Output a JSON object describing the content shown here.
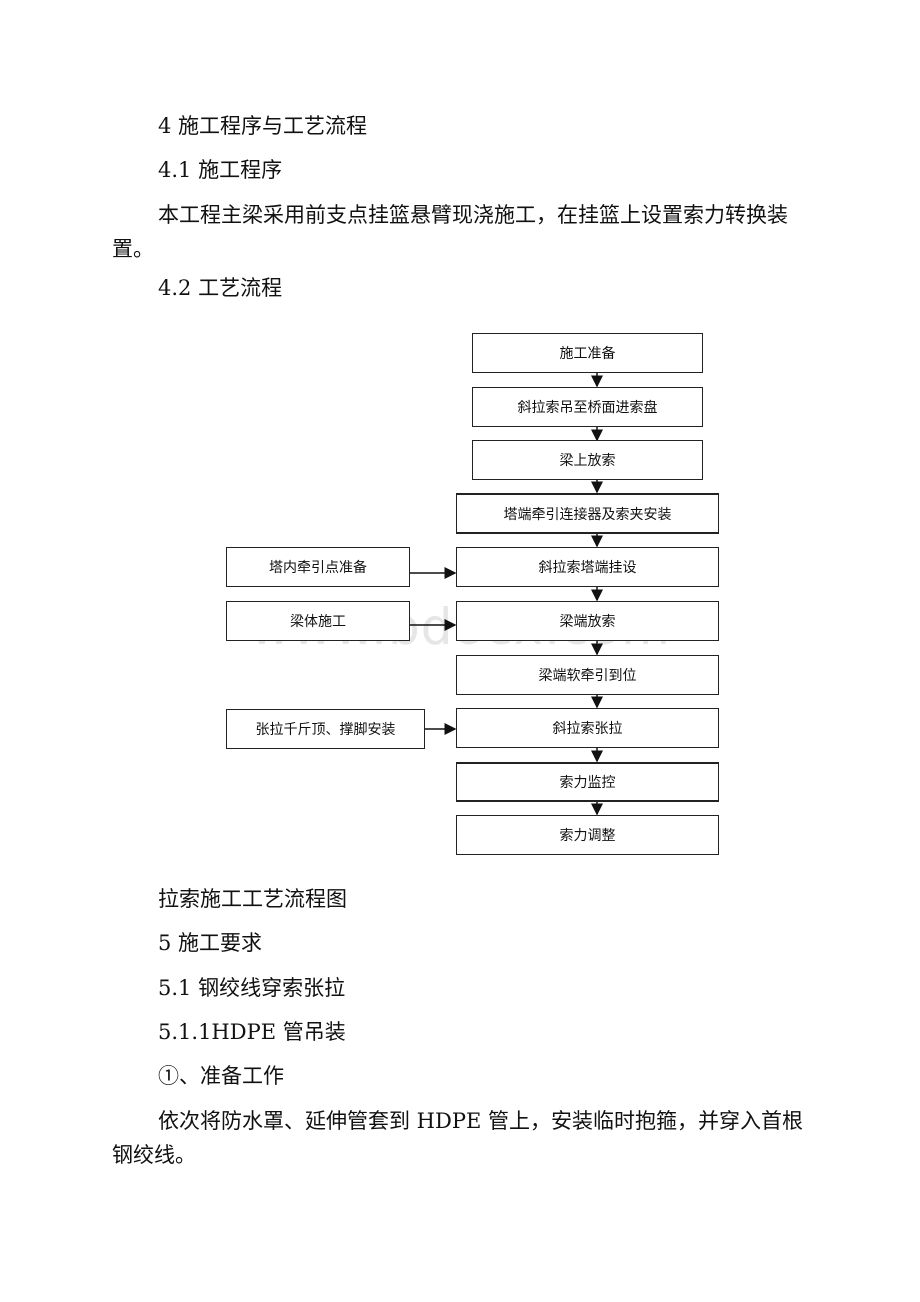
{
  "headings": {
    "h4": "4 施工程序与工艺流程",
    "h41": "4.1 施工程序",
    "p41": "本工程主梁采用前支点挂篮悬臂现浇施工，在挂篮上设置索力转换装置。",
    "h42": "4.2 工艺流程"
  },
  "flowchart": {
    "main_steps": [
      "施工准备",
      "斜拉索吊至桥面进索盘",
      "梁上放索",
      "塔端牵引连接器及索夹安装",
      "斜拉索塔端挂设",
      "梁端放索",
      "梁端软牵引到位",
      "斜拉索张拉",
      "索力监控",
      "索力调整"
    ],
    "side_steps": [
      "塔内牵引点准备",
      "梁体施工",
      "张拉千斤顶、撑脚安装"
    ],
    "watermark": "www.bdocx.com"
  },
  "caption": "拉索施工工艺流程图",
  "section5": {
    "h5": "5 施工要求",
    "h51": "5.1 钢绞线穿索张拉",
    "h511": "5.1.1HDPE 管吊装",
    "item1": "①、准备工作",
    "p1": "依次将防水罩、延伸管套到 HDPE 管上，安装临时抱箍，并穿入首根钢绞线。"
  }
}
